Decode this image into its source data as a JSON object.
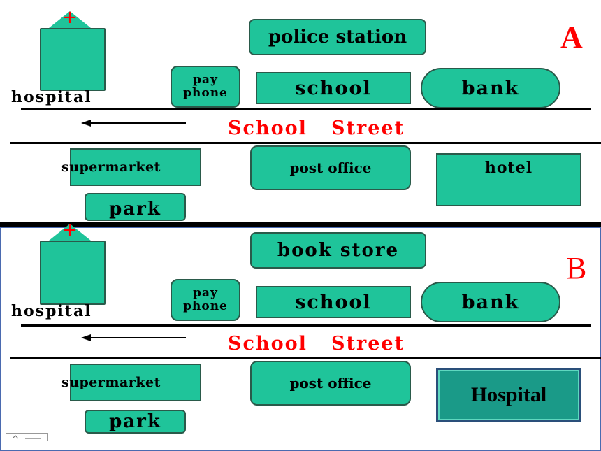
{
  "colors": {
    "building": "#1fc49a",
    "street_name": "#ff0000",
    "label_A": "#ff0000",
    "label_B": "#ff0000",
    "hospital_B_box": "#1a9a88"
  },
  "icons": [
    "hospital-cross-icon",
    "direction-arrow-icon"
  ],
  "map_a": {
    "letter": "A",
    "hospital_label": "hospital",
    "top_box": "police station",
    "pay_phone_1": "pay",
    "pay_phone_2": "phone",
    "school": "school",
    "bank": "bank",
    "street": "School   Street",
    "supermarket": "supermarket",
    "post_office": "post office",
    "hotel": "hotel",
    "park": "park"
  },
  "map_b": {
    "letter": "B",
    "hospital_label": "hospital",
    "top_box": "book store",
    "pay_phone_1": "pay",
    "pay_phone_2": "phone",
    "school": "school",
    "bank": "bank",
    "street": "School   Street",
    "supermarket": "supermarket",
    "post_office": "post office",
    "corner_box": "Hospital",
    "park": "park"
  }
}
